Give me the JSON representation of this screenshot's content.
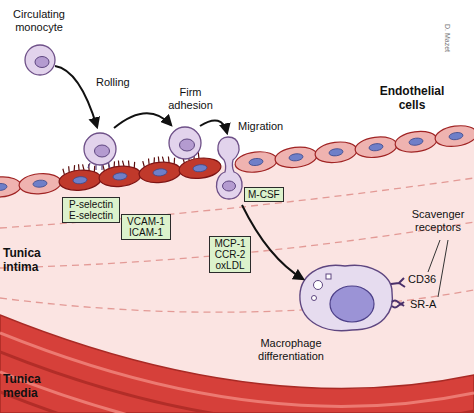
{
  "diagram": {
    "nodes": [
      {
        "text": [
          "P-selectin E-selectin"
        ]
      },
      {
        "text": [
          "VCAM-1 ICAM-1"
        ]
      },
      {
        "text": [
          "MCP-1 CCR-2 oxLDL"
        ]
      },
      {
        "text": [
          "M-CSF"
        ]
      }
    ],
    "labels": [
      "Circulating monocyte",
      "Rolling",
      "Firm adhesion",
      "Migration",
      "Endothelial cells",
      "Scavenger receptors",
      "CD36",
      "SR-A",
      "Tunica intima",
      "Macrophage differentiation",
      "Tunica media",
      "D. Mazet"
    ]
  }
}
